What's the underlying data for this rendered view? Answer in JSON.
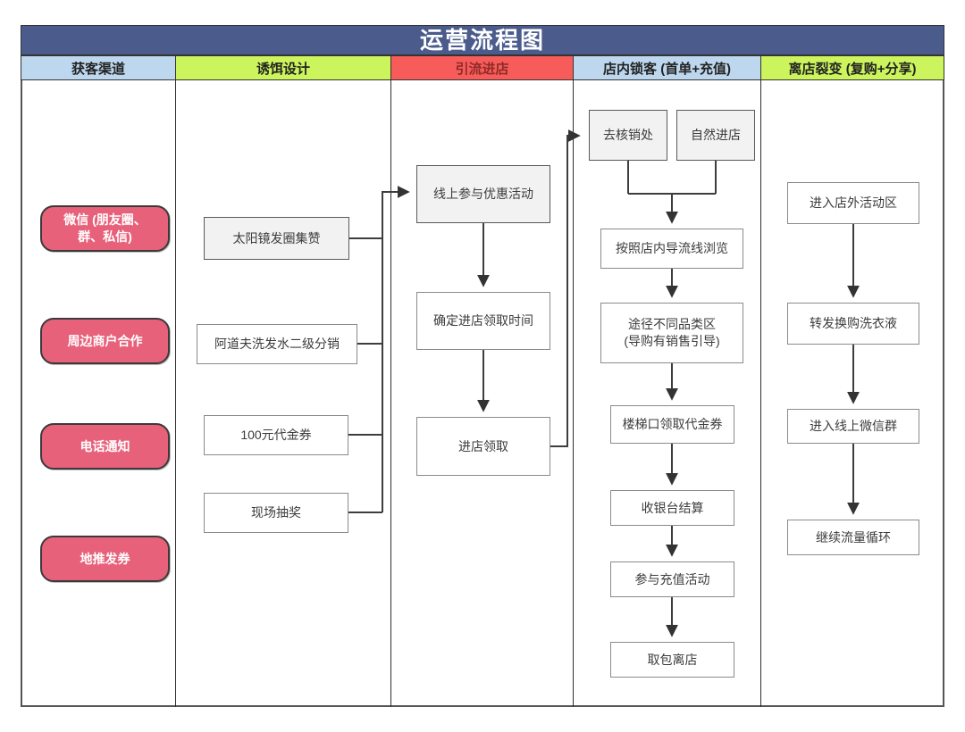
{
  "title": "运营流程图",
  "columns": [
    {
      "header": "获客渠道",
      "nodes": [
        {
          "label": "微信 (朋友圈、\n群、私信)"
        },
        {
          "label": "周边商户合作"
        },
        {
          "label": "电话通知"
        },
        {
          "label": "地推发券"
        }
      ]
    },
    {
      "header": "诱饵设计",
      "nodes": [
        {
          "label": "太阳镜发圈集赞"
        },
        {
          "label": "阿道夫洗发水二级分销"
        },
        {
          "label": "100元代金券"
        },
        {
          "label": "现场抽奖"
        }
      ]
    },
    {
      "header": "引流进店",
      "nodes": [
        {
          "label": "线上参与优惠活动"
        },
        {
          "label": "确定进店领取时间"
        },
        {
          "label": "进店领取"
        }
      ]
    },
    {
      "header": "店内锁客 (首单+充值)",
      "nodes": [
        {
          "label": "去核销处"
        },
        {
          "label": "自然进店"
        },
        {
          "label": "按照店内导流线浏览"
        },
        {
          "label": "途径不同品类区\n(导购有销售引导)"
        },
        {
          "label": "楼梯口领取代金券"
        },
        {
          "label": "收银台结算"
        },
        {
          "label": "参与充值活动"
        },
        {
          "label": "取包离店"
        }
      ]
    },
    {
      "header": "离店裂变 (复购+分享)",
      "nodes": [
        {
          "label": "进入店外活动区"
        },
        {
          "label": "转发换购洗衣液"
        },
        {
          "label": "进入线上微信群"
        },
        {
          "label": "继续流量循环"
        }
      ]
    }
  ],
  "colors": {
    "title_bar": "#4A5B8C",
    "header_blue": "#BDD7EE",
    "header_green": "#CCF45C",
    "header_red": "#F85C5A",
    "header_red_text": "#8E2B28",
    "pink_node": "#E8617B",
    "gray_node": "#F2F2F2",
    "line": "#3d3d3d"
  }
}
